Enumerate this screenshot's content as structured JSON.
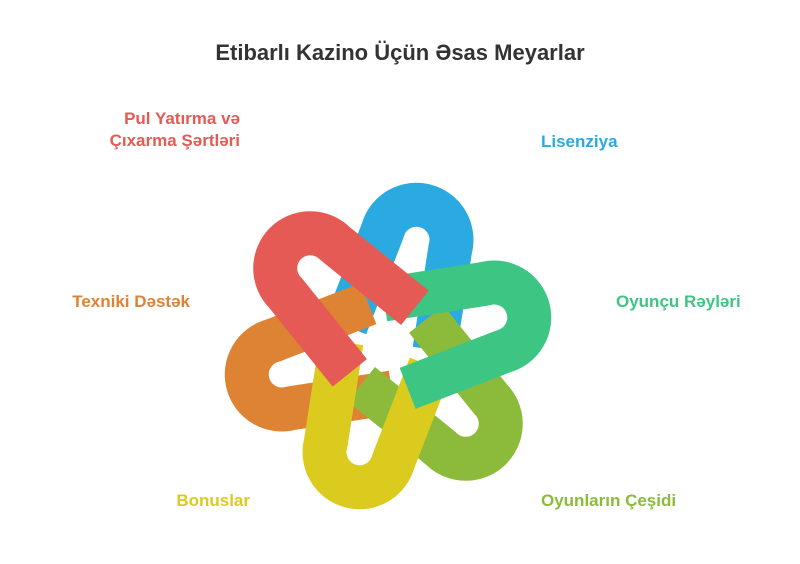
{
  "title": "Etibarlı Kazino Üçün Əsas Meyarlar",
  "segments": [
    {
      "id": "pul",
      "lines": [
        "Pul Yatırma və",
        "Çıxarma Şərtləri"
      ],
      "color": "#E55A55"
    },
    {
      "id": "lis",
      "lines": [
        "Lisenziya"
      ],
      "color": "#2AAAE0"
    },
    {
      "id": "oyu",
      "lines": [
        "Oyunçu Rəyləri"
      ],
      "color": "#3DC584"
    },
    {
      "id": "ces",
      "lines": [
        "Oyunların Çeşidi"
      ],
      "color": "#8CBB3C"
    },
    {
      "id": "bon",
      "lines": [
        "Bonuslar"
      ],
      "color": "#DCCB1F"
    },
    {
      "id": "tex",
      "lines": [
        "Texniki Dəstək"
      ],
      "color": "#DE8233"
    }
  ]
}
